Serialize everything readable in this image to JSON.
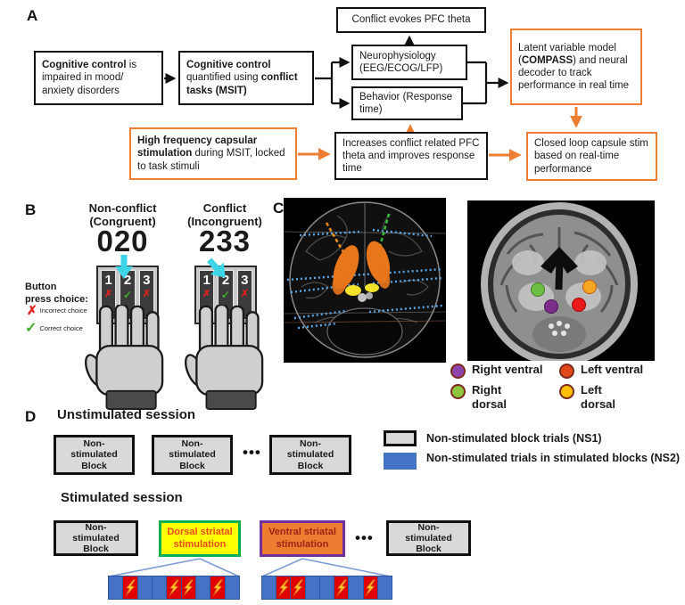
{
  "colors": {
    "accent_orange": "#ED7D31",
    "trial_blue": "#4472C4",
    "stim_red": "#E00000",
    "block_gray": "#D9D9D9",
    "dorsal_yellow": "#FFFF00",
    "dorsal_green_border": "#00B050",
    "ventral_purple_border": "#7030A0",
    "cyan_arrow": "#3ED5E8",
    "legend_purple": "#8E44AD",
    "legend_green": "#8CC63E",
    "legend_red_orange": "#E0481A",
    "legend_yellow": "#FFC000"
  },
  "panelA": {
    "label": "A",
    "impaired": {
      "b1": "Cognitive control",
      "r1": " is impaired in mood/ anxiety disorders"
    },
    "quantified": {
      "b1": "Cognitive control",
      "r1": " quantified using ",
      "b2": "conflict tasks (MSIT)"
    },
    "conflict_theta": {
      "t": "Conflict evokes PFC theta"
    },
    "neuro": {
      "t": "Neurophysiology (EEG/ECOG/LFP)"
    },
    "behavior": {
      "t": "Behavior (Response time)"
    },
    "latent": {
      "r1": "Latent variable model (",
      "b1": "COMPASS",
      "r2": ") and neural decoder to track performance in real time"
    },
    "highfreq": {
      "b1": "High frequency capsular stimulation",
      "r1": " during MSIT, locked to task stimuli"
    },
    "increases": {
      "t": "Increases conflict related PFC theta and improves response time"
    },
    "closedloop": {
      "t": "Closed loop capsule stim based on real-time performance"
    }
  },
  "panelB": {
    "label": "B",
    "noncon_l1": "Non-conflict",
    "noncon_l2": "(Congruent)",
    "noncon_num": "020",
    "con_l1": "Conflict",
    "con_l2": "(Incongruent)",
    "con_num": "233",
    "buttons": [
      "1",
      "2",
      "3"
    ],
    "mark_incorrect": "✗",
    "mark_correct": "✓",
    "legend_title_l1": "Button",
    "legend_title_l2": "press choice:",
    "incorrect_label": "Incorrect choice",
    "correct_label": "Correct choice"
  },
  "panelC": {
    "label": "C",
    "legend": [
      {
        "l1": "Right ventral",
        "l2": "",
        "color": "#8E44AD"
      },
      {
        "l1": "Right",
        "l2": "dorsal",
        "color": "#8CC63E"
      },
      {
        "l1": "Left ventral",
        "l2": "",
        "color": "#E0481A"
      },
      {
        "l1": "Left",
        "l2": "dorsal",
        "color": "#FFC000"
      }
    ]
  },
  "panelD": {
    "label": "D",
    "unstim_heading": "Unstimulated session",
    "stim_heading": "Stimulated session",
    "ns_block": "Non-stimulated Block",
    "dots": "•••",
    "dorsal_label": "Dorsal striatal stimulation",
    "ventral_label": "Ventral striatal stimulation",
    "legend_ns1": "Non-stimulated block trials (NS1)",
    "legend_ns2": "Non-stimulated trials in stimulated blocks (NS2)",
    "strips": {
      "dorsal": [
        0,
        1,
        0,
        0,
        1,
        1,
        0,
        1,
        0
      ],
      "ventral": [
        0,
        1,
        1,
        0,
        0,
        1,
        0,
        1,
        0
      ]
    }
  }
}
